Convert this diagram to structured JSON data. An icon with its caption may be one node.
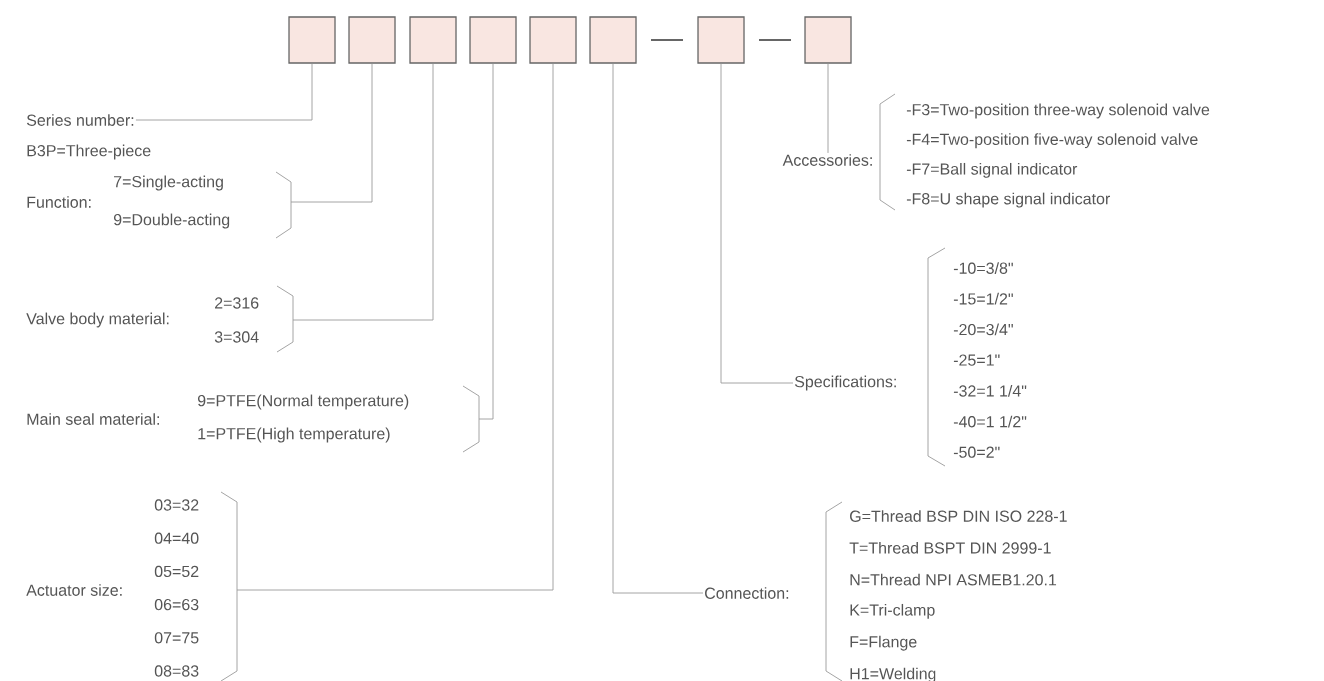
{
  "diagram": {
    "nodes": [
      {
        "text": [],
        "shape": "box"
      },
      {
        "text": [],
        "shape": "box"
      },
      {
        "text": [],
        "shape": "box"
      },
      {
        "text": [],
        "shape": "box"
      },
      {
        "text": [],
        "shape": "box"
      },
      {
        "text": [],
        "shape": "box"
      },
      {
        "text": [],
        "shape": "box"
      },
      {
        "text": [],
        "shape": "box"
      },
      {
        "text": [
          "Series number:",
          "B3P=Three-piece"
        ]
      },
      {
        "text": [
          "Function:",
          "7=Single-acting",
          "9=Double-acting"
        ]
      },
      {
        "text": [
          "Valve body material:",
          "2=316",
          "3=304"
        ]
      },
      {
        "text": [
          "Main seal material:",
          "9=PTFE(Normal temperature)",
          "1=PTFE(High temperature)"
        ]
      },
      {
        "text": [
          "Actuator size:",
          "03=32",
          "04=40",
          "05=52",
          "06=63",
          "07=75",
          "08=83"
        ]
      },
      {
        "text": [
          "Accessories:",
          "-F3=Two-position three-way solenoid valve",
          "-F4=Two-position five-way solenoid valve",
          "-F7=Ball signal indicator",
          "-F8=U shape signal indicator"
        ]
      },
      {
        "text": [
          "Specifications:",
          "-10=3/8\"",
          "-15=1/2\"",
          "-20=3/4\"",
          "-25=1\"",
          "-32=1 1/4\"",
          "-40=1 1/2\"",
          "-50=2\""
        ]
      },
      {
        "text": [
          "Connection:",
          "G=Thread BSP DIN ISO 228-1",
          "T=Thread BSPT DIN 2999-1",
          "N=Thread NPI ASMEB1.20.1",
          "K=Tri-clamp",
          "F=Flange",
          "H1=Welding"
        ]
      }
    ],
    "edges": [
      {
        "from": 0,
        "to": 8,
        "arrow": "none"
      },
      {
        "from": 1,
        "to": 9,
        "arrow": "none"
      },
      {
        "from": 2,
        "to": 10,
        "arrow": "none"
      },
      {
        "from": 3,
        "to": 11,
        "arrow": "none"
      },
      {
        "from": 4,
        "to": 12,
        "arrow": "none"
      },
      {
        "from": 5,
        "to": 15,
        "arrow": "none"
      },
      {
        "from": 6,
        "to": 14,
        "arrow": "none"
      },
      {
        "from": 7,
        "to": 13,
        "arrow": "none"
      }
    ]
  }
}
